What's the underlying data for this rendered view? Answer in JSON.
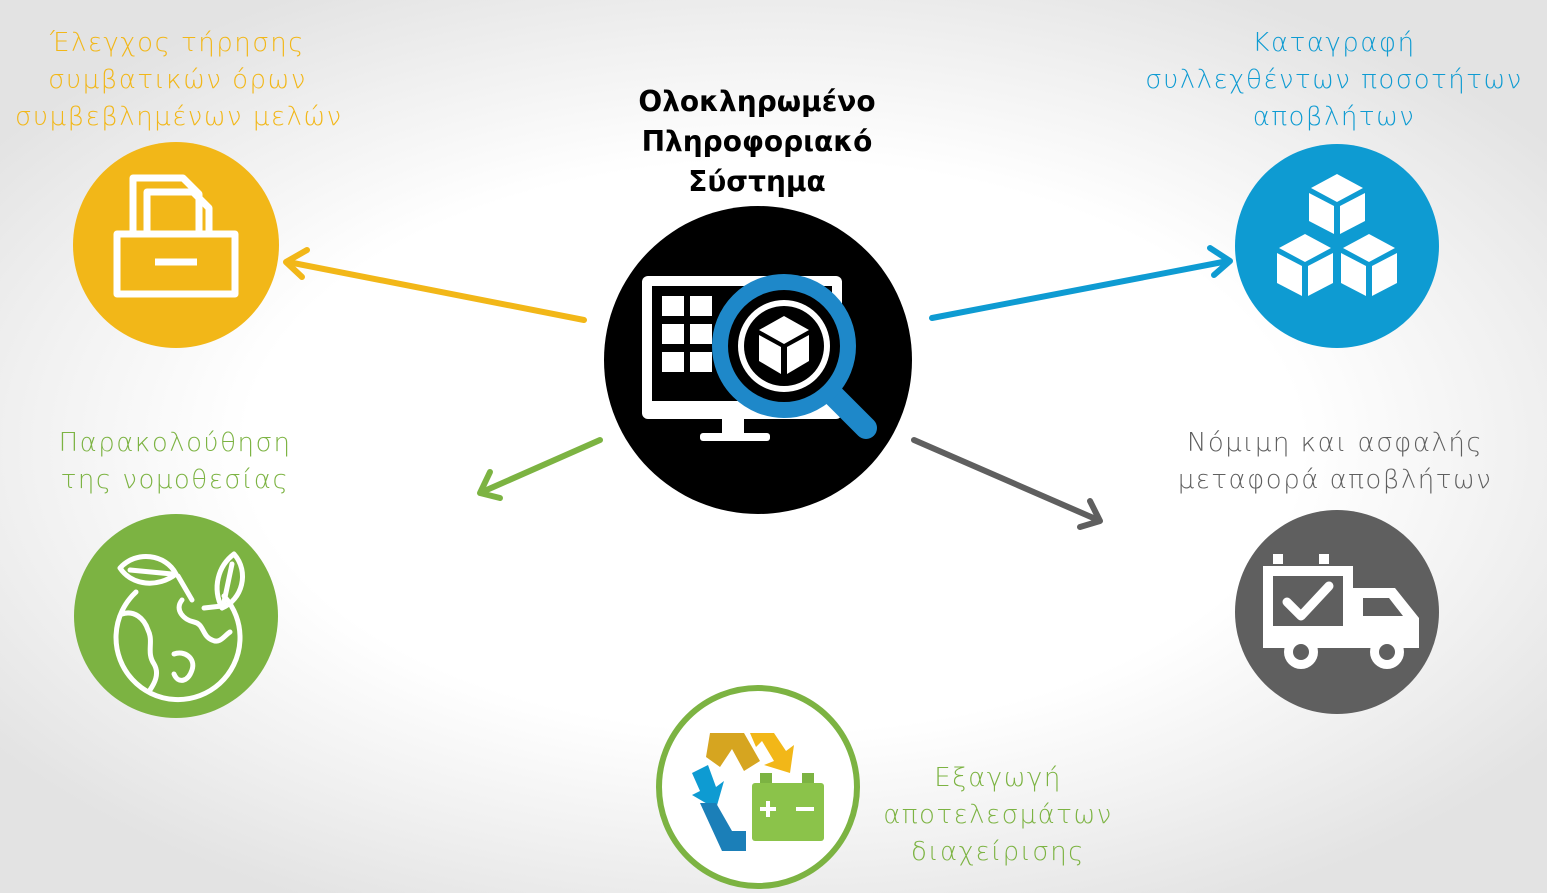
{
  "center": {
    "title_lines": [
      "Ολοκληρωμένο",
      "Πληροφοριακό",
      "Σύστημα"
    ],
    "icon": "monitor-search-box-icon"
  },
  "nodes": {
    "contracts": {
      "lines": [
        "Έλεγχος τήρησης",
        "συμβατικών όρων",
        "συμβεβλημένων μελών"
      ],
      "color": "#f2b718",
      "icon": "file-archive-box-icon"
    },
    "quantities": {
      "lines": [
        "Καταγραφή",
        "συλλεχθέντων ποσοτήτων",
        "αποβλήτων"
      ],
      "color": "#0e9bd2",
      "icon": "stacked-cubes-icon"
    },
    "legislation": {
      "lines": [
        "Παρακολούθηση",
        "της νομοθεσίας"
      ],
      "color": "#7cb342",
      "icon": "globe-leaves-icon"
    },
    "transport": {
      "lines": [
        "Νόμιμη και ασφαλής",
        "μεταφορά αποβλήτων"
      ],
      "color": "#5f5f5f",
      "icon": "truck-check-icon"
    },
    "results": {
      "lines": [
        "Εξαγωγή",
        "αποτελεσμάτων",
        "διαχείρισης"
      ],
      "color": "#7cb342",
      "icon": "recycle-battery-icon"
    }
  }
}
